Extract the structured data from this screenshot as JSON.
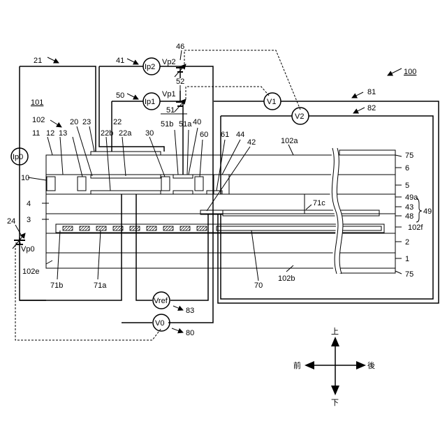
{
  "labels": {
    "r100": "100",
    "r101": "101",
    "r102": "102",
    "r102a": "102a",
    "r102b": "102b",
    "r102e": "102e",
    "r102f": "102f",
    "r81": "81",
    "r82": "82",
    "r21": "21",
    "r41": "41",
    "r46": "46",
    "r52": "52",
    "r50": "50",
    "r51": "51",
    "r51a": "51a",
    "r51b": "51b",
    "r20": "20",
    "r23": "23",
    "r22": "22",
    "r22a": "22a",
    "r22b": "22b",
    "r30": "30",
    "r40": "40",
    "r60": "60",
    "r61": "61",
    "r44": "44",
    "r42": "42",
    "r11": "11",
    "r12": "12",
    "r13": "13",
    "r10": "10",
    "r4": "4",
    "r3": "3",
    "r24": "24",
    "r2": "2",
    "r1": "1",
    "r5": "5",
    "r6": "6",
    "r75a": "75",
    "r75b": "75",
    "r49a": "49a",
    "r43": "43",
    "r48": "48",
    "r49": "49",
    "r71c": "71c",
    "r71a": "71a",
    "r71b": "71b",
    "r70": "70",
    "r83": "83",
    "r80": "80"
  },
  "meters": {
    "ip2": "Ip2",
    "ip1": "Ip1",
    "ip0": "Ip0",
    "v1": "V1",
    "v2": "V2",
    "vref": "Vref",
    "v0": "V0"
  },
  "sources": {
    "vp2": "Vp2",
    "vp1": "Vp1",
    "vp0": "Vp0"
  },
  "directions": {
    "up": "上",
    "down": "下",
    "front": "前",
    "back": "後"
  }
}
